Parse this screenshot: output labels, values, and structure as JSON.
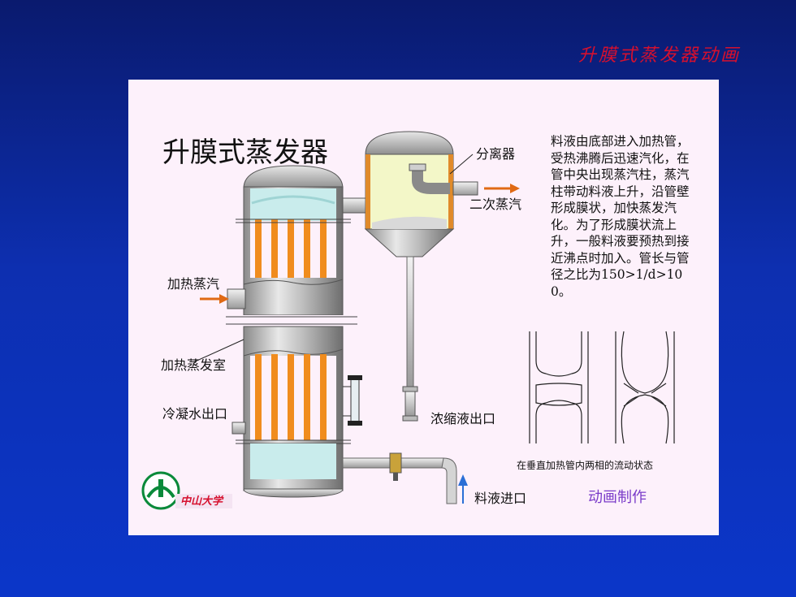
{
  "slide": {
    "title": "升膜式蒸发器动画"
  },
  "diagram": {
    "title": "升膜式蒸发器",
    "labels": {
      "separator": "分离器",
      "secondary_steam": "二次蒸汽",
      "heating_steam": "加热蒸汽",
      "heating_chamber": "加热蒸发室",
      "condensate_outlet": "冷凝水出口",
      "concentrate_outlet": "浓缩液出口",
      "feed_inlet": "料液进口"
    },
    "description": "料液由底部进入加热管，受热沸腾后迅速汽化，在管中央出现蒸汽柱，蒸汽柱带动料液上升，沿管壁形成膜状，加快蒸发汽化。为了形成膜状流上升，一般料液要预热到接近沸点时加入。管长与管径之比为150>1/d>100。",
    "flow_caption": "在垂直加热管内两相的流动状态",
    "animation_button": "动画制作",
    "logo_text": "中山大学",
    "colors": {
      "background_top": "#0a1a6e",
      "background_bottom": "#0b36c9",
      "panel": "#fdf1fb",
      "tube_orange": "#f08c1e",
      "liquid": "#c9ecec",
      "arrow_orange": "#e06a14",
      "arrow_blue": "#2a6fd6",
      "title_red": "#d6102e",
      "button_purple": "#7a3cc9",
      "logo_green": "#0a8a3a"
    }
  }
}
